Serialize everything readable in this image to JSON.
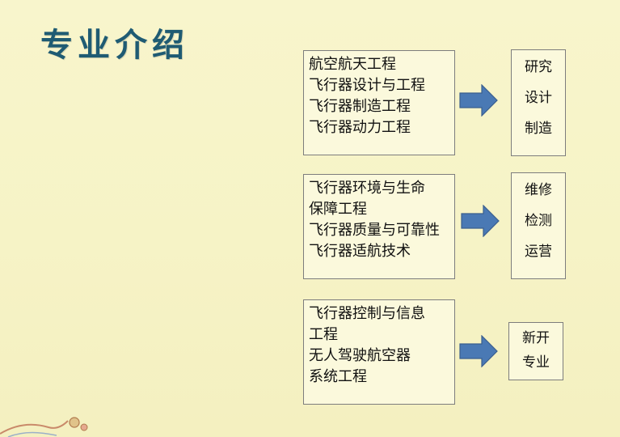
{
  "title": "专业介绍",
  "rows": [
    {
      "majors": [
        "航空航天工程",
        "飞行器设计与工程",
        "飞行器制造工程",
        "飞行器动力工程"
      ],
      "targets": [
        "研究",
        "设计",
        "制造"
      ]
    },
    {
      "majors": [
        "飞行器环境与生命",
        "保障工程",
        "飞行器质量与可靠性",
        "飞行器适航技术"
      ],
      "targets": [
        "维修",
        "检测",
        "运营"
      ]
    },
    {
      "majors": [
        "飞行器控制与信息",
        "工程",
        "无人驾驶航空器",
        "系统工程"
      ],
      "targets": [
        "新开",
        "专业"
      ]
    }
  ],
  "colors": {
    "background": "#f7f4c8",
    "title": "#1f5b73",
    "arrow_fill": "#4a79b4",
    "arrow_stroke": "#3a5f8e",
    "box_border": "#7d7d7d"
  }
}
